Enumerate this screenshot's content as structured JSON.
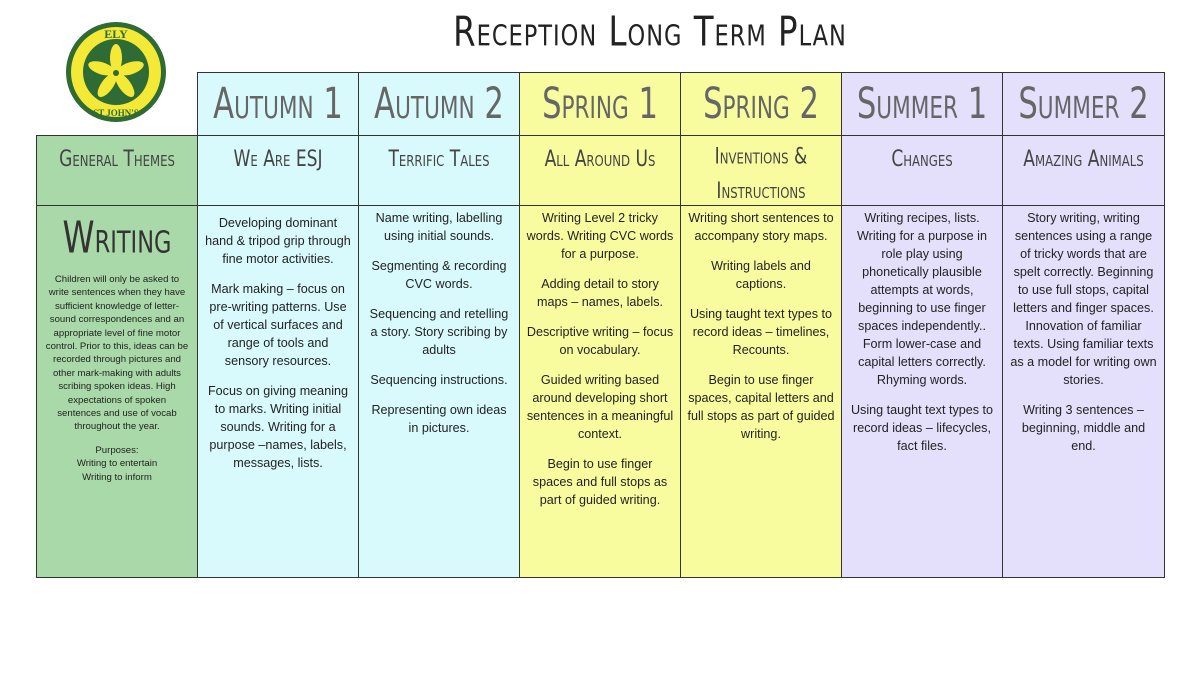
{
  "title": "Reception Long Term Plan",
  "logo": {
    "top_text": "ELY",
    "bottom_text": "ST JOHN'S"
  },
  "colors": {
    "green": "#a9d9a8",
    "cyan": "#d9fafd",
    "yellow": "#f8fc9f",
    "purple": "#e4e0fb",
    "logo_yellow": "#f3e936",
    "logo_green": "#2f6b34"
  },
  "general_themes_label": "General Themes",
  "seasons": [
    "Autumn 1",
    "Autumn 2",
    "Spring 1",
    "Spring 2",
    "Summer 1",
    "Summer 2"
  ],
  "themes": [
    "We Are ESJ",
    "Terrific Tales",
    "All Around Us",
    "Inventions & Instructions",
    "Changes",
    "Amazing Animals"
  ],
  "subject": {
    "title": "Writing",
    "description": "Children will only be asked to write sentences when they have sufficient knowledge of letter-sound correspondences and an appropriate level of fine motor control. Prior to this, ideas can be recorded through pictures and other mark-making with adults scribing spoken ideas. High expectations of spoken sentences and use of vocab throughout the year.",
    "purposes_label": "Purposes:",
    "purposes": [
      "Writing to entertain",
      "Writing to inform"
    ]
  },
  "content": [
    [
      "Developing dominant hand & tripod grip through fine motor activities.",
      "Mark making – focus on pre-writing patterns. Use of vertical surfaces and range of tools and sensory resources.",
      "Focus on giving meaning to marks. Writing initial sounds. Writing for a purpose –names, labels, messages, lists."
    ],
    [
      "Name writing, labelling using initial sounds.",
      "Segmenting & recording CVC words.",
      "Sequencing and retelling a story. Story scribing by adults",
      "Sequencing instructions.",
      "Representing own ideas in pictures."
    ],
    [
      "Writing Level 2 tricky words. Writing CVC words for a purpose.",
      "Adding detail to story maps – names, labels.",
      "Descriptive writing – focus on vocabulary.",
      "Guided writing based around developing short sentences in a meaningful context.",
      "Begin to use finger spaces and full stops as part of guided writing."
    ],
    [
      "Writing short sentences to accompany story maps.",
      "Writing labels and captions.",
      "Using taught text types to record ideas – timelines, Recounts.",
      "Begin to use finger spaces, capital letters and full stops as part of guided writing."
    ],
    [
      "Writing recipes, lists. Writing for a purpose in role play using phonetically plausible attempts at words, beginning to use finger spaces independently.. Form lower-case and capital letters correctly. Rhyming words.",
      "Using taught text types to record ideas – lifecycles, fact files."
    ],
    [
      "Story writing, writing sentences using a range of tricky words that are spelt correctly. Beginning to use full stops, capital letters and finger spaces. Innovation of familiar texts. Using familiar texts as a model for writing own stories.",
      "Writing 3 sentences – beginning, middle and end."
    ]
  ]
}
